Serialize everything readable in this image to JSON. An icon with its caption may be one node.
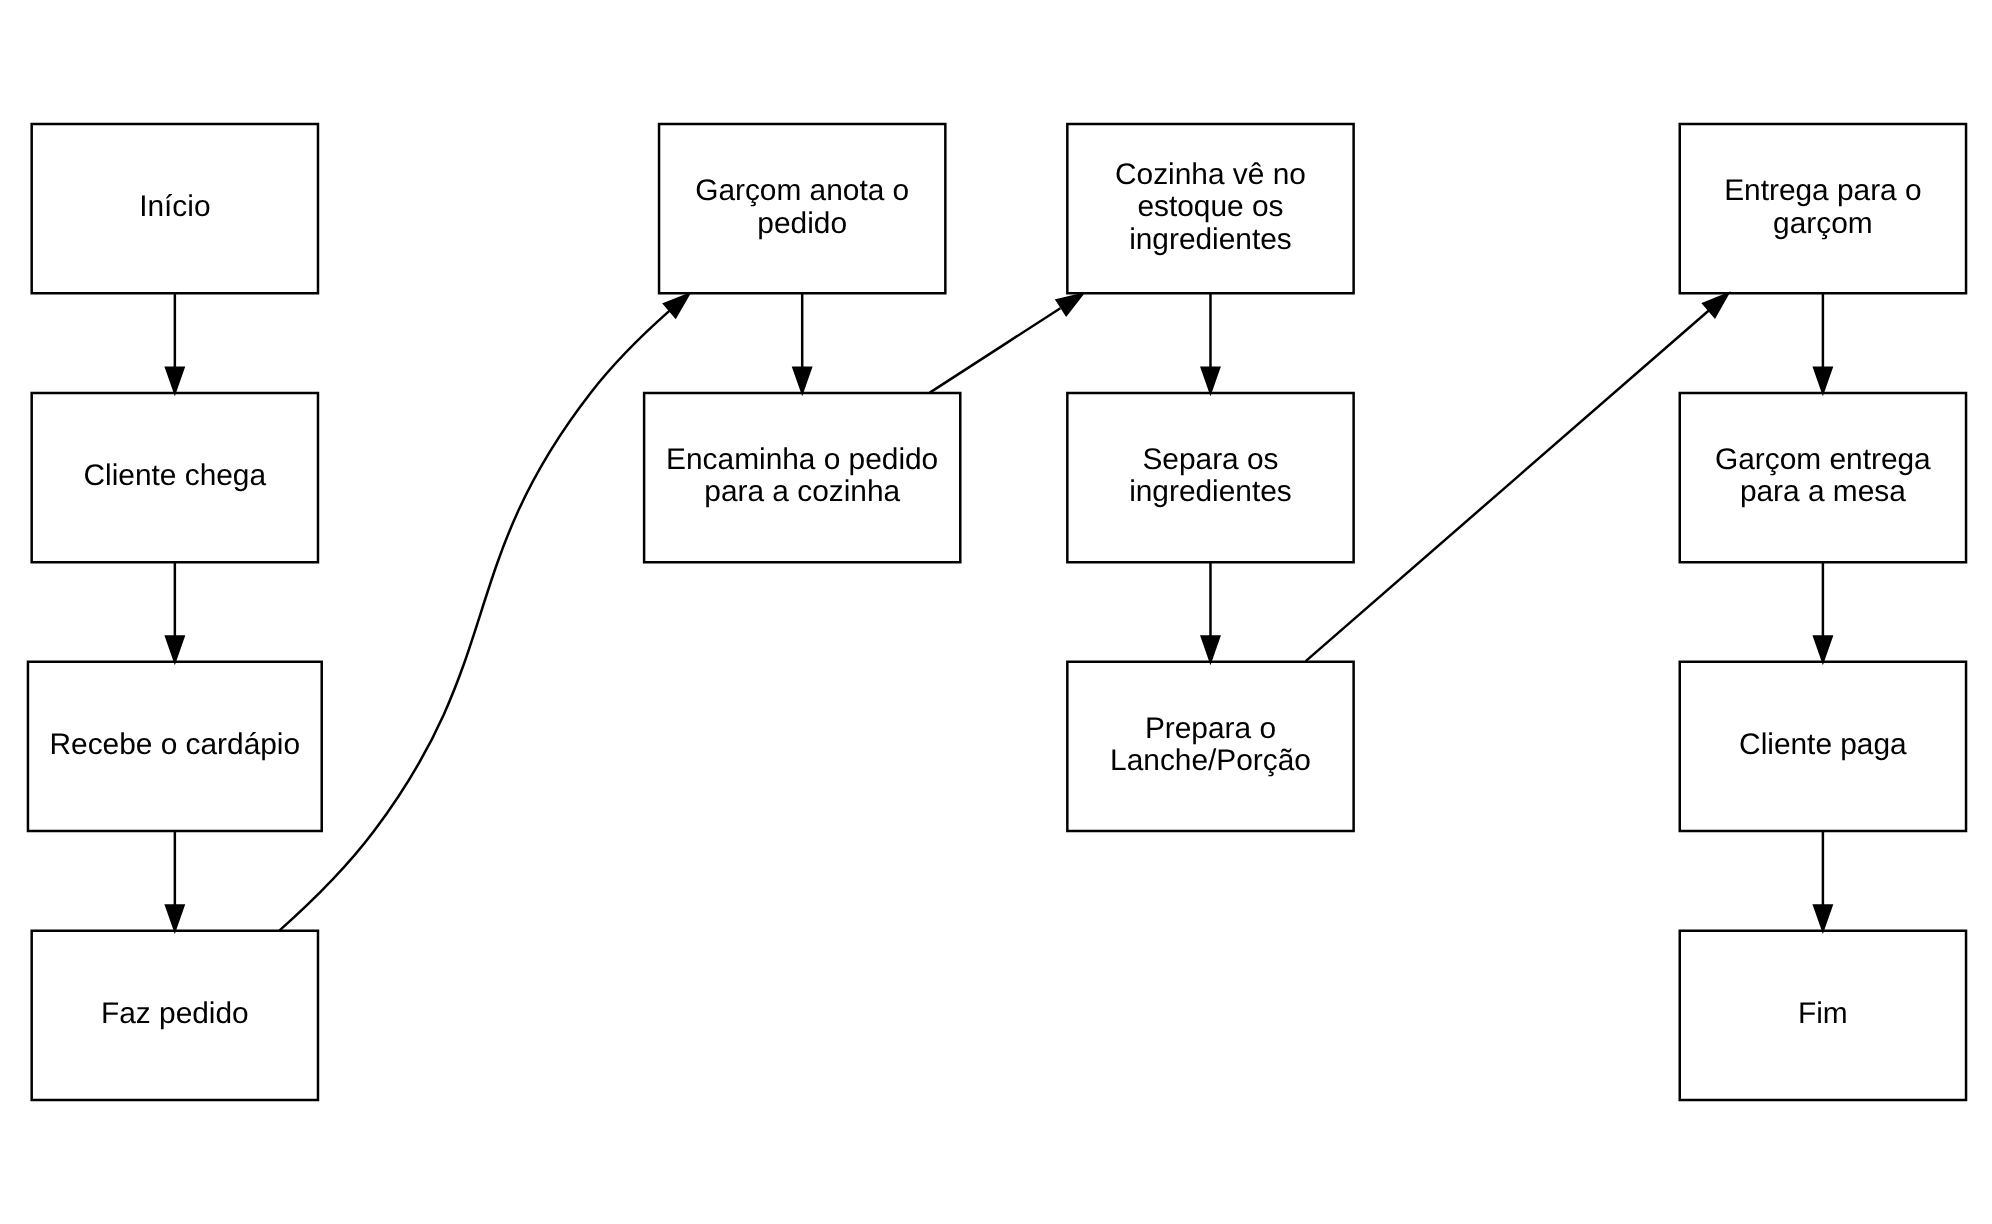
{
  "diagram": {
    "nodes": [
      {
        "text": [
          "Início"
        ]
      },
      {
        "text": [
          "Cliente chega"
        ]
      },
      {
        "text": [
          "Recebe o cardápio"
        ]
      },
      {
        "text": [
          "Faz pedido"
        ]
      },
      {
        "text": [
          "Garçom anota o pedido"
        ]
      },
      {
        "text": [
          "Encaminha o pedido para a cozinha"
        ]
      },
      {
        "text": [
          "Cozinha vê no estoque os ingredientes"
        ]
      },
      {
        "text": [
          "Separa os ingredientes"
        ]
      },
      {
        "text": [
          "Prepara o Lanche/Porção"
        ]
      },
      {
        "text": [
          "Entrega para o garçom"
        ]
      },
      {
        "text": [
          "Garçom entrega para a mesa"
        ]
      },
      {
        "text": [
          "Cliente paga"
        ]
      },
      {
        "text": [
          "Fim"
        ]
      }
    ],
    "edges": [
      {
        "from": 0,
        "to": 1,
        "arrow": "to"
      },
      {
        "from": 1,
        "to": 2,
        "arrow": "to"
      },
      {
        "from": 2,
        "to": 3,
        "arrow": "to"
      },
      {
        "from": 3,
        "to": 4,
        "arrow": "to"
      },
      {
        "from": 4,
        "to": 5,
        "arrow": "to"
      },
      {
        "from": 5,
        "to": 6,
        "arrow": "to"
      },
      {
        "from": 6,
        "to": 7,
        "arrow": "to"
      },
      {
        "from": 7,
        "to": 8,
        "arrow": "to"
      },
      {
        "from": 8,
        "to": 9,
        "arrow": "to"
      },
      {
        "from": 9,
        "to": 10,
        "arrow": "to"
      },
      {
        "from": 10,
        "to": 11,
        "arrow": "to"
      },
      {
        "from": 11,
        "to": 12,
        "arrow": "to"
      }
    ]
  }
}
